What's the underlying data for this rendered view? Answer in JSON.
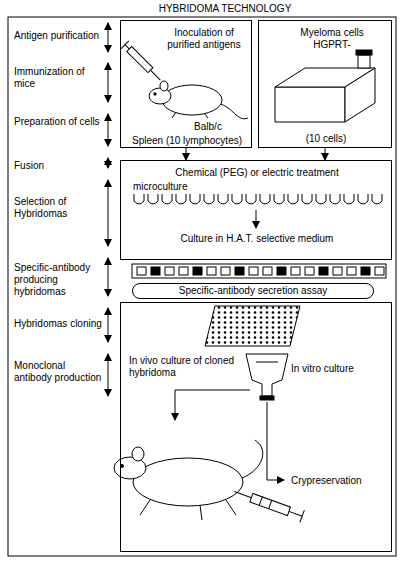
{
  "diagram": {
    "title": "HYBRIDOMA TECHNOLOGY",
    "nodes": [
      {
        "text": [
          "Inoculation of purified antigens",
          "Balb/c",
          "Spleen (10 lymphocytes)"
        ]
      },
      {
        "text": [
          "Myeloma cells HGPRT-",
          "(10 cells)"
        ]
      },
      {
        "text": [
          "Chemical (PEG) or electric treatment",
          "microculture",
          "Culture in H.A.T. selective medium"
        ]
      },
      {
        "text": [
          "Specific-antibody secretion assay"
        ]
      },
      {
        "text": [
          "In vivo culture of cloned hybridoma",
          "In vitro culture",
          "Crypreservation"
        ]
      }
    ],
    "edges": [
      {
        "from": 0,
        "to": 2,
        "arrow": "to"
      },
      {
        "from": 1,
        "to": 2,
        "arrow": "to"
      }
    ],
    "labels": [
      "Antigen purification",
      "Immunization of mice",
      "Preparation of cells",
      "Fusion",
      "Selection of Hybridomas",
      "Specific-antibody producing hybridomas",
      "Hybridomas cloning",
      "Monoclonal antibody production"
    ]
  }
}
